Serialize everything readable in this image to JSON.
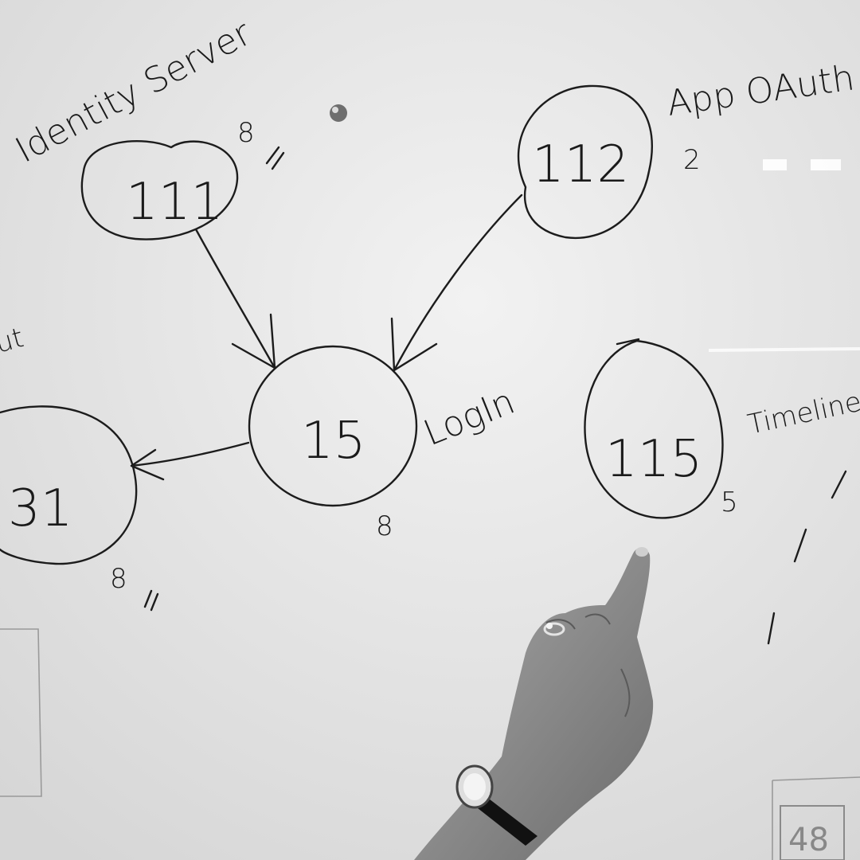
{
  "colors": {
    "board": "#e9e9e9",
    "ink": "#1c1c1c",
    "skin": "#8d8d8d"
  },
  "labels": {
    "identity_server": "Identity Server",
    "app_oauth": "App OAuth",
    "log_in": "LogIn",
    "timeline": "Timeline",
    "out": "Out"
  },
  "nodes": {
    "n111": {
      "id": "111",
      "estimate": "8"
    },
    "n112": {
      "id": "112",
      "estimate": "2"
    },
    "n15": {
      "id": "15",
      "estimate": "8"
    },
    "n115": {
      "id": "115",
      "estimate": "5"
    },
    "n31": {
      "id": "31",
      "estimate": "8"
    }
  },
  "edges": [
    {
      "from": "111",
      "to": "15"
    },
    {
      "from": "112",
      "to": "15"
    },
    {
      "from": "15",
      "to": "31"
    }
  ],
  "corner_number": "48",
  "objects": {
    "magnet": "magnet-icon",
    "pointing_hand": "pointing-hand-icon",
    "watch": "wristwatch-icon",
    "ring": "ring-icon"
  }
}
